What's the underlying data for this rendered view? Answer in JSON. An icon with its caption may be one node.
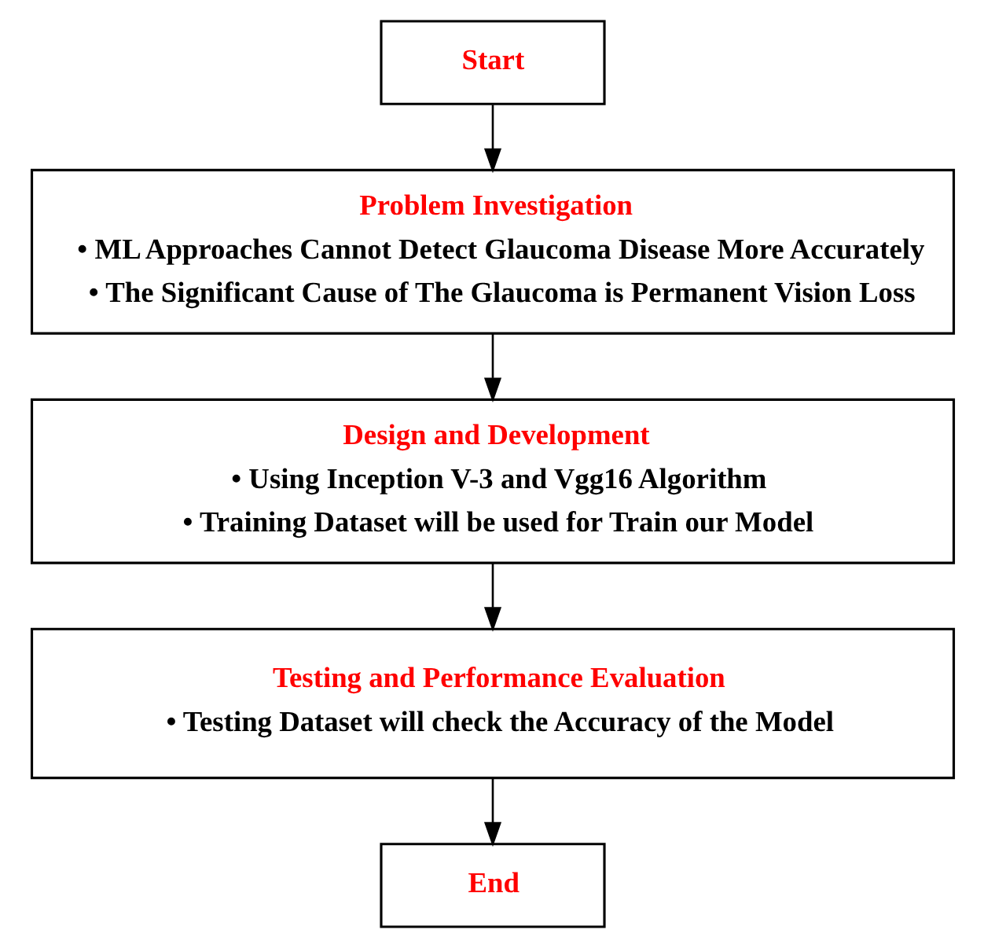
{
  "diagram": {
    "nodes": [
      {
        "text": [
          "Start"
        ]
      },
      {
        "text": [
          "Problem Investigation",
          "• ML Approaches Cannot Detect Glaucoma Disease More Accurately",
          "• The Significant Cause of The Glaucoma is Permanent Vision Loss"
        ]
      },
      {
        "text": [
          "Design and Development",
          "• Using Inception V-3 and Vgg16 Algorithm",
          "• Training Dataset will be used for Train our Model"
        ]
      },
      {
        "text": [
          "Testing and Performance Evaluation",
          "• Testing Dataset will check the Accuracy of the Model"
        ]
      },
      {
        "text": [
          "End"
        ]
      }
    ],
    "edges": [
      {
        "from": 0,
        "to": 1,
        "arrow": "to"
      },
      {
        "from": 1,
        "to": 2,
        "arrow": "to"
      },
      {
        "from": 2,
        "to": 3,
        "arrow": "to"
      },
      {
        "from": 3,
        "to": 4,
        "arrow": "to"
      }
    ]
  }
}
